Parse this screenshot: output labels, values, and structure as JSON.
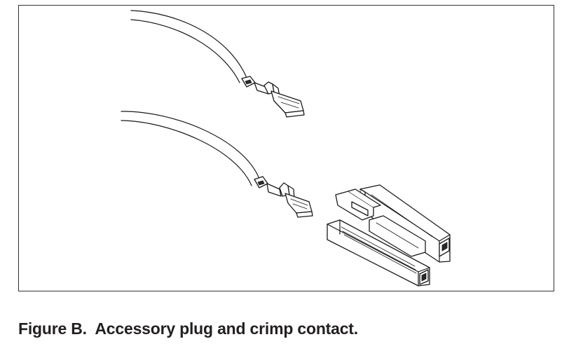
{
  "figure": {
    "caption": "Figure B.  Accessory plug and crimp contact.",
    "illustration": {
      "components": [
        {
          "name": "wire-with-crimp-contact",
          "count": 2
        },
        {
          "name": "accessory-plug-housing",
          "count": 1
        }
      ]
    }
  }
}
